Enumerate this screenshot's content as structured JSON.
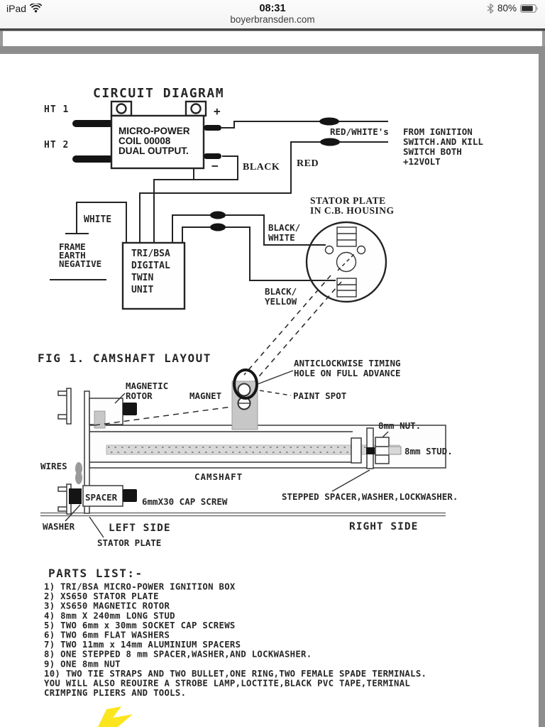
{
  "status_bar": {
    "device": "iPad",
    "time": "08:31",
    "url": "boyerbransden.com",
    "battery": "80%",
    "icons": {
      "wifi": "wifi-icon",
      "bluetooth": "bluetooth-icon",
      "battery": "battery-icon"
    }
  },
  "circuit": {
    "title": "CIRCUIT DIAGRAM",
    "ht1": "HT 1",
    "ht2": "HT 2",
    "coil": [
      "MICRO-POWER",
      "COIL 00008",
      "DUAL OUTPUT."
    ],
    "plus": "+",
    "minus": "−",
    "black": "BLACK",
    "red": "RED",
    "red_whites": "RED/WHITE's",
    "ignition": [
      "FROM IGNITION",
      "SWITCH.AND KILL",
      "SWITCH BOTH",
      "+12VOLT"
    ],
    "white": "WHITE",
    "earth": [
      "FRAME",
      "EARTH",
      "NEGATIVE"
    ],
    "unit": [
      "TRI/BSA",
      "DIGITAL",
      "TWIN",
      "UNIT"
    ],
    "black_white": [
      "BLACK/",
      "WHITE"
    ],
    "black_yellow": [
      "BLACK/",
      "YELLOW"
    ],
    "stator": [
      "STATOR PLATE",
      "IN C.B. HOUSING"
    ]
  },
  "fig1": {
    "title": "FIG 1. CAMSHAFT LAYOUT",
    "timing": [
      "ANTICLOCKWISE TIMING",
      "HOLE ON FULL ADVANCE"
    ],
    "rotor": [
      "MAGNETIC",
      "ROTOR"
    ],
    "magnet": "MAGNET",
    "paint_spot": "PAINT SPOT",
    "nut": "8mm NUT.",
    "stud": "8mm STUD.",
    "wires": "WIRES",
    "camshaft": "CAMSHAFT",
    "spacer": "SPACER",
    "cap_screw": "6mmX30 CAP SCREW",
    "stepped": "STEPPED SPACER,WASHER,LOCKWASHER.",
    "washer": "WASHER",
    "left": "LEFT SIDE",
    "right": "RIGHT SIDE",
    "stator_plate": "STATOR PLATE"
  },
  "parts": {
    "title": "PARTS LIST:-",
    "items": [
      "1) TRI/BSA MICRO-POWER IGNITION BOX",
      "2) XS650 STATOR PLATE",
      "3) XS650 MAGNETIC ROTOR",
      "4) 8mm X 240mm LONG STUD",
      "5) TWO 6mm x 30mm SOCKET CAP SCREWS",
      "6) TWO 6mm FLAT WASHERS",
      "7) TWO 11mm x 14mm ALUMINIUM SPACERS",
      "8) ONE STEPPED 8 mm SPACER,WASHER,AND LOCKWASHER.",
      "9) ONE 8mm NUT",
      "10) TWO TIE STRAPS AND TWO BULLET,ONE RING,TWO FEMALE SPADE TERMINALS."
    ],
    "footer": [
      "YOU WILL ALSO REOUIRE A STROBE LAMP,LOCTITE,BLACK PVC TAPE,TERMINAL",
      "CRIMPING PLIERS AND TOOLS."
    ]
  }
}
